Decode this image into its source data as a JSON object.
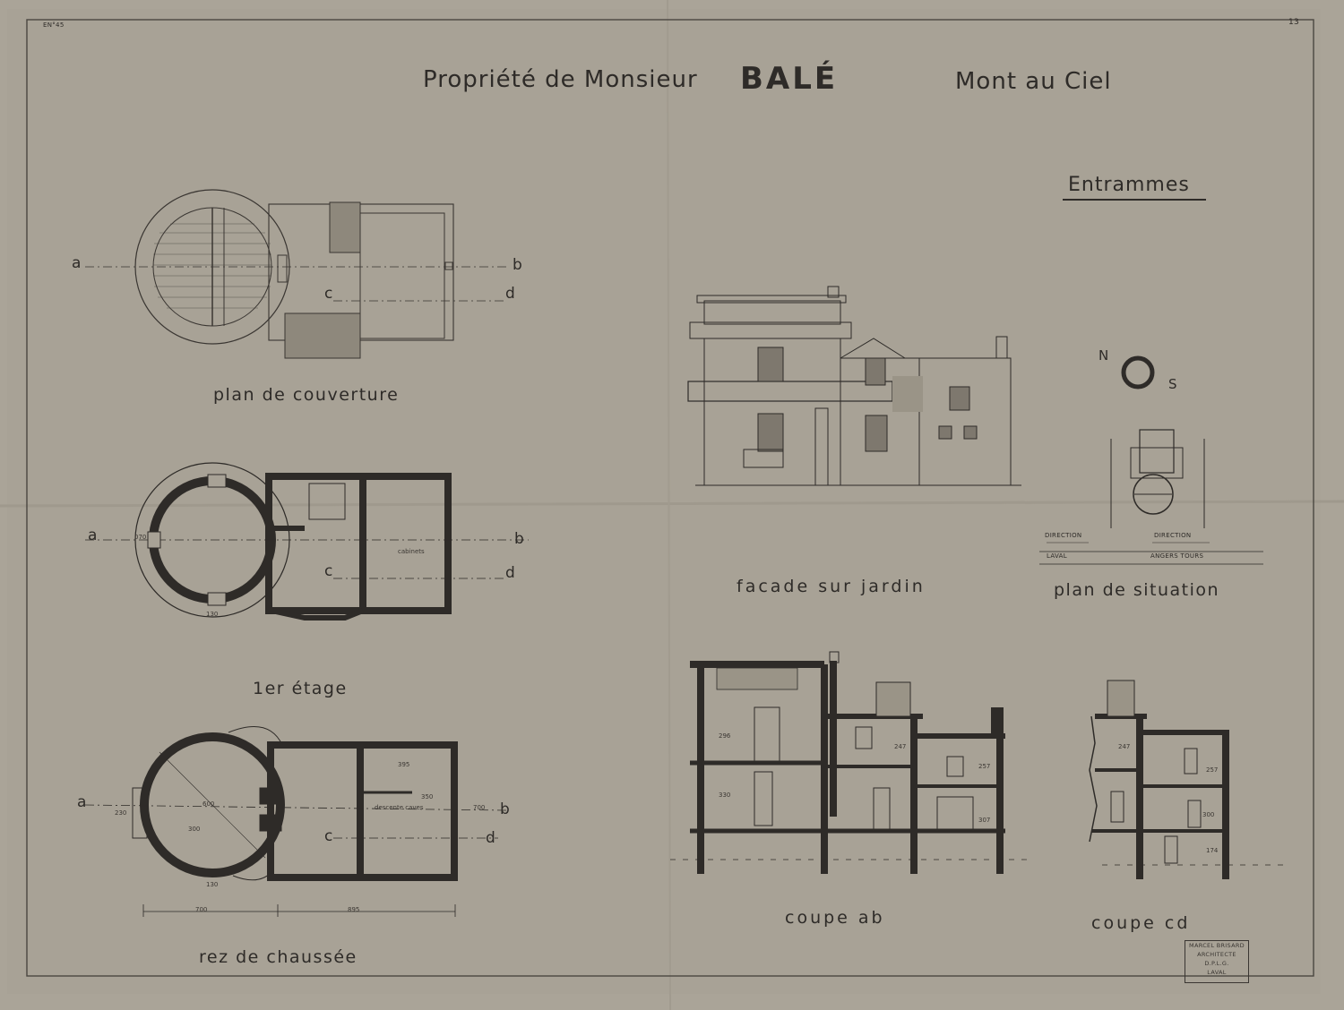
{
  "title": {
    "prefix": "Propriété de Monsieur",
    "name": "BALÉ",
    "place": "Mont au Ciel"
  },
  "town": "Entrammes",
  "corner_ref": "EN°45",
  "corner_num": "13",
  "captions": {
    "roof": "plan de couverture",
    "first_floor": "1er étage",
    "ground_floor": "rez de chaussée",
    "facade": "facade sur jardin",
    "situation": "plan de situation",
    "section_ab": "coupe ab",
    "section_cd": "coupe cd"
  },
  "section_letters": {
    "a": "a",
    "b": "b",
    "c": "c",
    "d": "d"
  },
  "compass": {
    "n": "N",
    "s": "S"
  },
  "directions": {
    "left_label": "DIRECTION",
    "left_city": "LAVAL",
    "right_label": "DIRECTION",
    "right_city": "ANGERS  TOURS"
  },
  "dimensions": {
    "rdc_total_left": "700",
    "rdc_total_right": "895",
    "rdc_round": "600",
    "rdc_round2": "300",
    "rdc_width": "230",
    "rdc_door": "130",
    "rdc_room": "395",
    "rdc_room2": "350",
    "rdc_height": "700",
    "rdc_cellar": "descente caves",
    "etage_door": "130",
    "etage_w": "070",
    "etage_cabinet": "cabinets",
    "ab_h1": "296",
    "ab_h2": "330",
    "ab_h3": "247",
    "ab_h4": "257",
    "ab_h5": "307",
    "cd_h1": "247",
    "cd_h2": "257",
    "cd_h3": "300",
    "cd_h4": "174"
  },
  "stamp": {
    "line1": "MARCEL BRISARD",
    "line2": "ARCHITECTE",
    "line3": "D.P.L.G.",
    "line4": "LAVAL"
  }
}
